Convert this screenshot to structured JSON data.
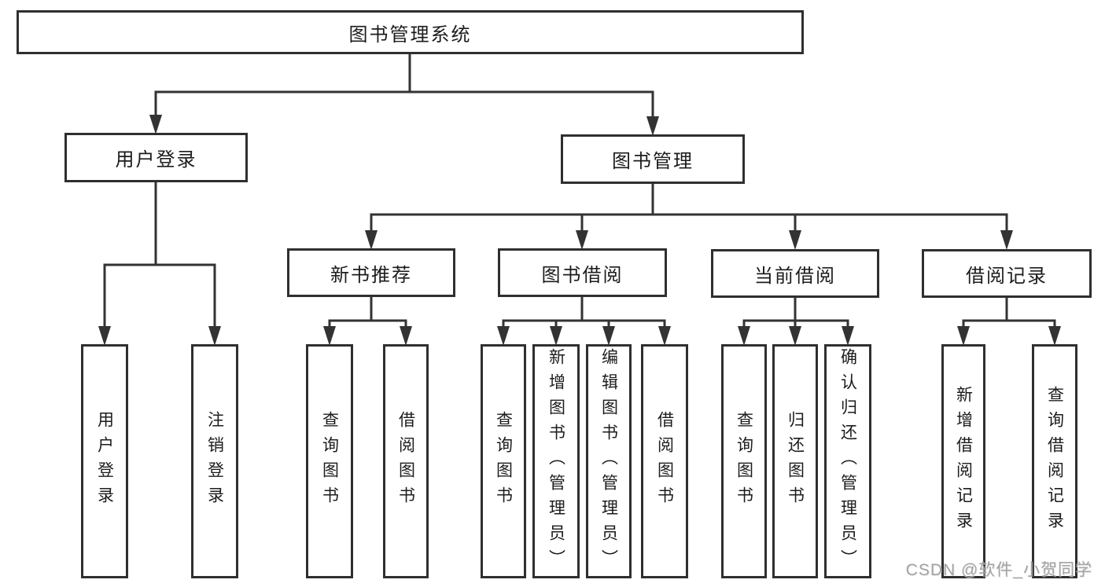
{
  "diagram_title": "图书管理系统",
  "colors": {
    "background": "#ffffff",
    "box_border": "#2f2f2f",
    "connector_line": "#333333",
    "text": "#1c1c1c",
    "watermark_text": "#a3a3a3"
  },
  "tree": {
    "root": {
      "label": "图书管理系统",
      "children": [
        {
          "label": "用户登录",
          "children": [
            {
              "label": "用户登录"
            },
            {
              "label": "注销登录"
            }
          ]
        },
        {
          "label": "图书管理",
          "children": [
            {
              "label": "新书推荐",
              "children": [
                {
                  "label": "查询图书"
                },
                {
                  "label": "借阅图书"
                }
              ]
            },
            {
              "label": "图书借阅",
              "children": [
                {
                  "label": "查询图书"
                },
                {
                  "label": "新增图书（管理员）"
                },
                {
                  "label": "编辑图书（管理员）"
                },
                {
                  "label": "借阅图书"
                }
              ]
            },
            {
              "label": "当前借阅",
              "children": [
                {
                  "label": "查询图书"
                },
                {
                  "label": "归还图书"
                },
                {
                  "label": "确认归还（管理员）"
                }
              ]
            },
            {
              "label": "借阅记录",
              "children": [
                {
                  "label": "新增借阅记录"
                },
                {
                  "label": "查询借阅记录"
                }
              ]
            }
          ]
        }
      ]
    }
  },
  "watermark": {
    "text": "CSDN @软件_小贺同学"
  }
}
